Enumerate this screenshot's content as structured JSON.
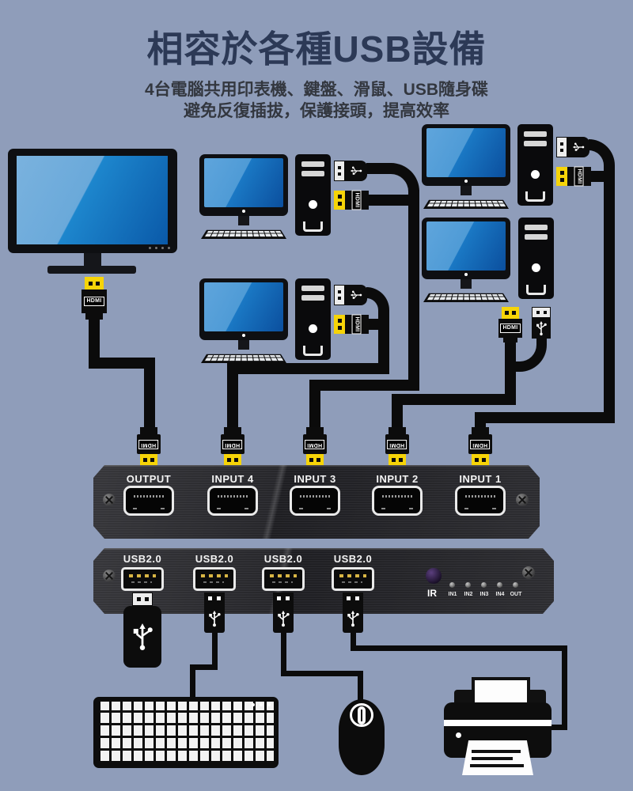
{
  "header": {
    "title": "相容於各種USB設備",
    "subtitle_line1": "4台電腦共用印表機、鍵盤、滑鼠、USB隨身碟",
    "subtitle_line2": "避免反復插拔，保護接頭，提高效率"
  },
  "labels": {
    "hdmi": "HDMI"
  },
  "hdmi_switch": {
    "ports": [
      "OUTPUT",
      "INPUT 4",
      "INPUT 3",
      "INPUT 2",
      "INPUT 1"
    ]
  },
  "usb_hub": {
    "ports": [
      "USB2.0",
      "USB2.0",
      "USB2.0",
      "USB2.0"
    ],
    "ir_label": "IR",
    "indicators": [
      "IN1",
      "IN2",
      "IN3",
      "IN4",
      "OUT"
    ]
  },
  "colors": {
    "background": "#8f9dba",
    "title": "#2c3956",
    "subtitle": "#33373f",
    "hdmi_contact_yellow": "#f6d408",
    "screen_blue": "#1a78c4",
    "panel_dark": "#202024"
  }
}
